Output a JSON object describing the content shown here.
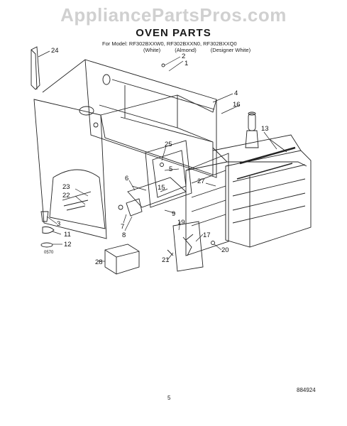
{
  "watermark": "AppliancePartsPros.com",
  "title": "OVEN PARTS",
  "models": {
    "prefix": "For Model: RF302BXXW0, RF302BXXN0, RF302BXXQ0",
    "variants": [
      "(White)",
      "(Almond)",
      "(Designer White)"
    ]
  },
  "callouts": {
    "c2": "2",
    "c1": "1",
    "c24": "24",
    "c4": "4",
    "c16": "16",
    "c13": "13",
    "c25": "25",
    "c5": "5",
    "c6": "6",
    "c27": "27",
    "c15": "15",
    "c23": "23",
    "c22": "22",
    "c3": "3",
    "c11": "11",
    "c12": "12",
    "c7": "7",
    "c8": "8",
    "c9": "9",
    "c19": "19",
    "c17": "17",
    "c20": "20",
    "c28": "28",
    "c21": "21"
  },
  "small_code": "0570",
  "page_number": "5",
  "figure_number": "884924"
}
